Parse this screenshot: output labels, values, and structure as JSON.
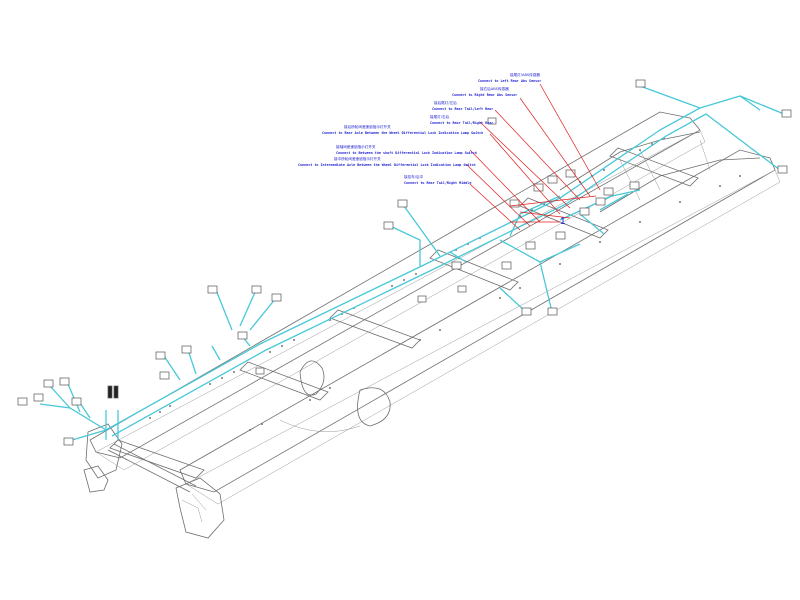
{
  "callouts": [
    {
      "cn": "接尾灯/ABS传感器",
      "en": "Connect to Left Rear Abs Sensor"
    },
    {
      "cn": "接右后ABS传感器",
      "en": "Connect to Right Rear Abs Sensor"
    },
    {
      "cn": "接后尾灯/左后",
      "en": "Connect to Rear Tail/Left Rear"
    },
    {
      "cn": "接尾灯/右后",
      "en": "Connect to Rear Tail/Right Rear"
    },
    {
      "cn": "接后桥轮间差速锁指示灯开关",
      "en": "Connect to Rear Axle Between the Wheel Differential Lock Indication Lamp Switch"
    },
    {
      "cn": "接轴间差速锁指示灯开关",
      "en": "Connect to Between the shaft Differential Lock Indication Lamp Switch"
    },
    {
      "cn": "接中桥轮间差速锁指示灯开关",
      "en": "Connect to Intermediate Axle Between the Wheel Differential Lock Indication Lamp Switch"
    },
    {
      "cn": "接挂车/后中",
      "en": "Connect to Rear Tail/Right Middle"
    }
  ],
  "marker_label": "1",
  "colors": {
    "frame": "#6e6e6e",
    "harness": "#48c8d8",
    "leader": "#e02020",
    "label": "#1a1ad0"
  }
}
